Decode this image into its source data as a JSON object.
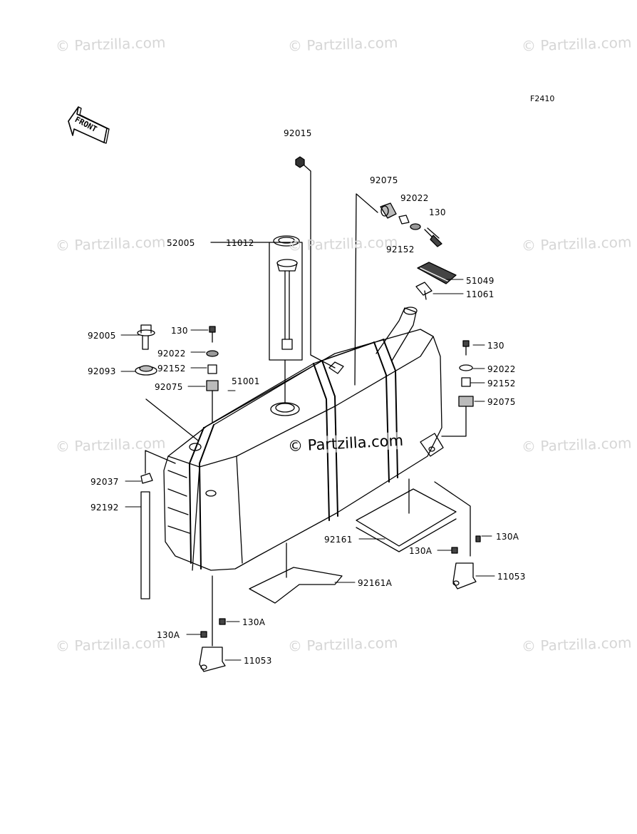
{
  "figure_code": "F2410",
  "front_label": "FRONT",
  "watermark": "© Partzilla.com",
  "watermark_center": "© Partzilla.com",
  "labels": {
    "l92015": "92015",
    "l92075_top": "92075",
    "l92022_top": "92022",
    "l130_top": "130",
    "l92152_top": "92152",
    "l52005": "52005",
    "l11012": "11012",
    "l51049": "51049",
    "l11061": "11061",
    "l92005": "92005",
    "l130_left": "130",
    "l92022_left": "92022",
    "l92093": "92093",
    "l92152_left": "92152",
    "l92075_left": "92075",
    "l51001": "51001",
    "l130_right": "130",
    "l92022_right": "92022",
    "l92152_right": "92152",
    "l92075_right": "92075",
    "l92037": "92037",
    "l92192": "92192",
    "l92161": "92161",
    "l130A_r1": "130A",
    "l130A_r2": "130A",
    "l11053_r": "11053",
    "l92161A": "92161A",
    "l130A_b1": "130A",
    "l130A_b2": "130A",
    "l11053_b": "11053"
  }
}
